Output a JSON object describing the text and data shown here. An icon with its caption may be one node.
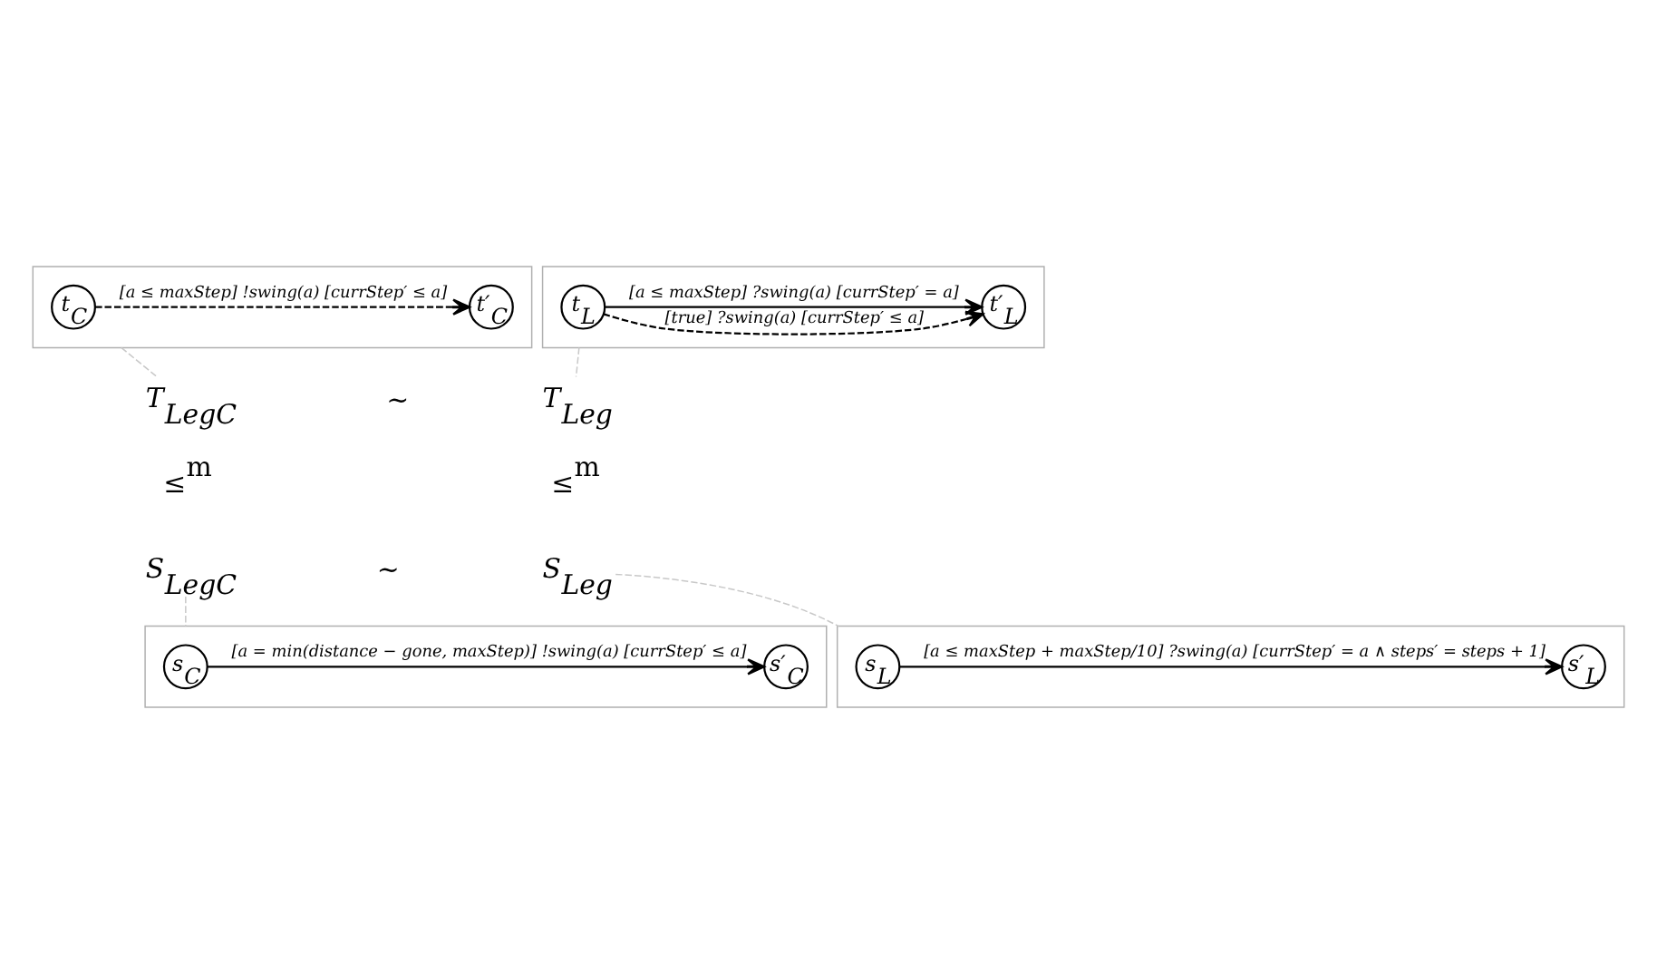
{
  "diagram": {
    "nodes": [
      {
        "text": [],
        "shape": "box"
      },
      {
        "text": [
          "t$_{C}$"
        ],
        "in": 0
      },
      {
        "text": [
          "t′$_{C}$"
        ],
        "in": 0
      },
      {
        "text": [],
        "shape": "box"
      },
      {
        "text": [
          "t$_{L}$"
        ],
        "in": 3
      },
      {
        "text": [
          "t′$_{L}$"
        ],
        "in": 3
      },
      {
        "text": [],
        "shape": "box"
      },
      {
        "text": [
          "s$_{C}$"
        ],
        "in": 6
      },
      {
        "text": [
          "s′$_{C}$"
        ],
        "in": 6
      },
      {
        "text": [],
        "shape": "box"
      },
      {
        "text": [
          "s$_{L}$"
        ],
        "in": 9
      },
      {
        "text": [
          "s′$_{L}$"
        ],
        "in": 9
      },
      {
        "text": [
          "T$_{LegC}$"
        ]
      },
      {
        "text": [
          "T$_{Leg}$"
        ]
      },
      {
        "text": [
          "S$_{LegC}$"
        ]
      },
      {
        "text": [
          "S$_{Leg}$"
        ]
      }
    ],
    "edges": [
      {
        "from": 1,
        "to": 2,
        "arrow": "to",
        "style": "dashed",
        "label": "[a ≤ maxStep] !swing(a) [currStep′ ≤ a]"
      },
      {
        "from": 4,
        "to": 5,
        "arrow": "to",
        "style": "dashed",
        "label": "[true] ?swing(a) [currStep′ ≤ a]"
      },
      {
        "from": 4,
        "to": 5,
        "arrow": "to",
        "label": "[a ≤ maxStep] ?swing(a) [currStep′ = a]"
      },
      {
        "from": 7,
        "to": 8,
        "arrow": "to",
        "label": "[a = min(distance − gone, maxStep)] !swing(a) [currStep′ ≤ a]"
      },
      {
        "from": 10,
        "to": 11,
        "arrow": "to",
        "label": "[a ≤ maxStep + maxStep/10] ?swing(a) [currStep′ = a ∧ steps′ = steps + 1]"
      },
      {
        "from": 0,
        "to": 12,
        "arrow": "none",
        "style": "dashed",
        "color": "#c8c8c8"
      },
      {
        "from": 3,
        "to": 13,
        "arrow": "none",
        "style": "dashed",
        "color": "#c8c8c8"
      },
      {
        "from": 14,
        "to": 6,
        "arrow": "none",
        "style": "dashed",
        "color": "#c8c8c8"
      },
      {
        "from": 15,
        "to": 9,
        "arrow": "none",
        "style": "dashed",
        "color": "#c8c8c8"
      }
    ],
    "labels": [
      "∼",
      "≤$^{m}$",
      "≤$^{m}$",
      "∼"
    ]
  }
}
